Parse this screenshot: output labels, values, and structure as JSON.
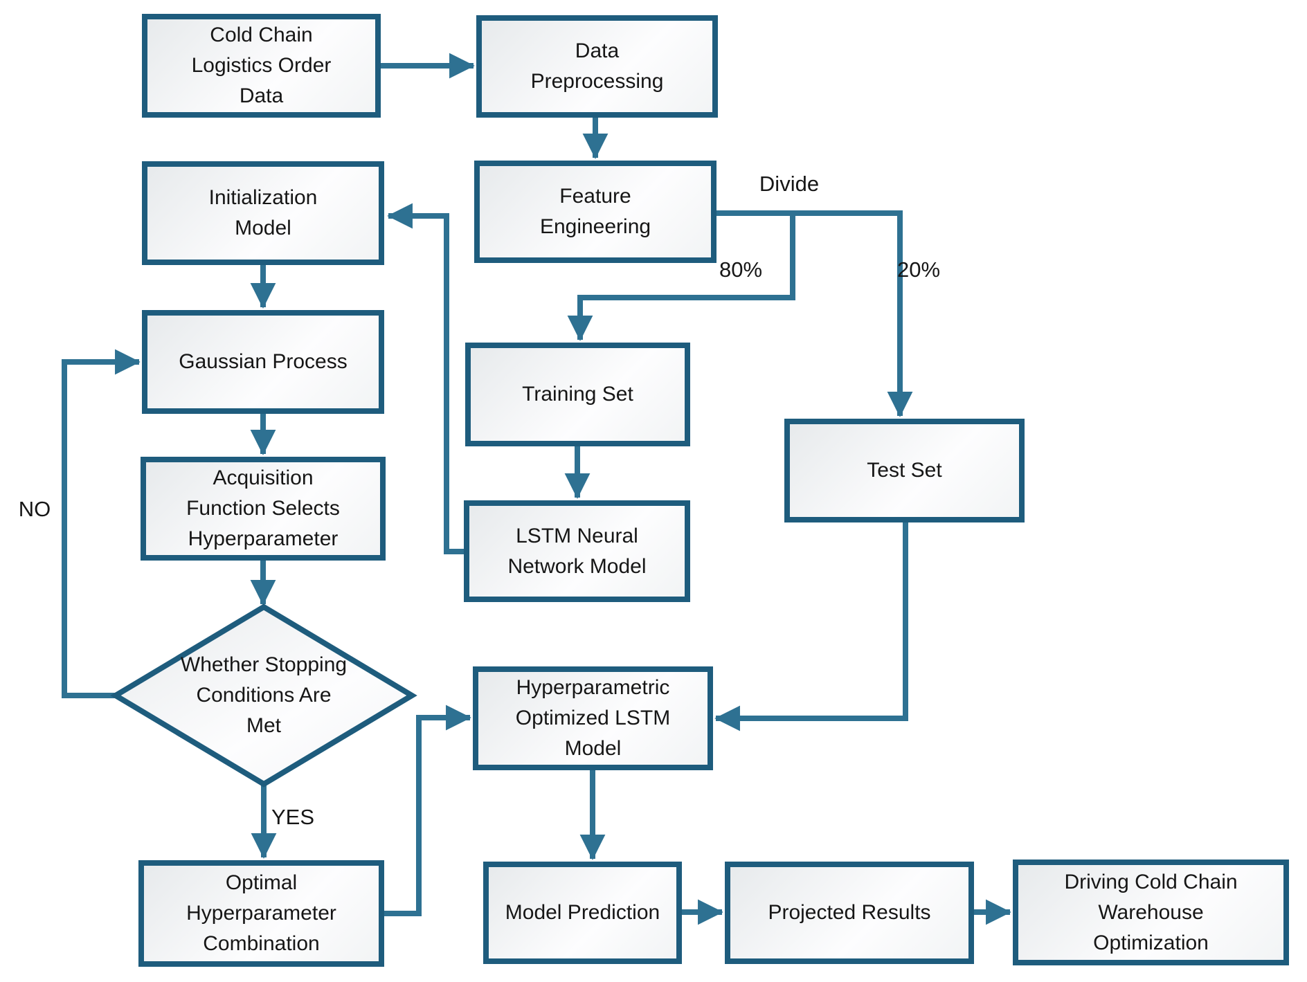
{
  "diagram": {
    "nodes": {
      "cold_chain": {
        "label": "Cold Chain\nLogistics Order\nData"
      },
      "data_preprocessing": {
        "label": "Data\nPreprocessing"
      },
      "feature_engineering": {
        "label": "Feature\nEngineering"
      },
      "initialization_model": {
        "label": "Initialization\nModel"
      },
      "gaussian_process": {
        "label": "Gaussian Process"
      },
      "acquisition_function": {
        "label": "Acquisition\nFunction Selects\nHyperparameter"
      },
      "training_set": {
        "label": "Training Set"
      },
      "lstm_network": {
        "label": "LSTM Neural\nNetwork Model"
      },
      "test_set": {
        "label": "Test Set"
      },
      "stopping_decision": {
        "label": "Whether Stopping\nConditions Are\nMet"
      },
      "optimal_hyperparameter": {
        "label": "Optimal\nHyperparameter\nCombination"
      },
      "optimized_lstm": {
        "label": "Hyperparametric\nOptimized LSTM\nModel"
      },
      "model_prediction": {
        "label": "Model Prediction"
      },
      "projected_results": {
        "label": "Projected Results"
      },
      "warehouse_optimization": {
        "label": "Driving Cold Chain\nWarehouse\nOptimization"
      }
    },
    "edge_labels": {
      "divide": "Divide",
      "train_pct": "80%",
      "test_pct": "20%",
      "no": "NO",
      "yes": "YES"
    },
    "colors": {
      "border": "#1E5C7D",
      "line": "#2E7192",
      "text": "#161616",
      "fill_light": "#E7EAEC",
      "fill_white": "#FDFDFE"
    }
  }
}
